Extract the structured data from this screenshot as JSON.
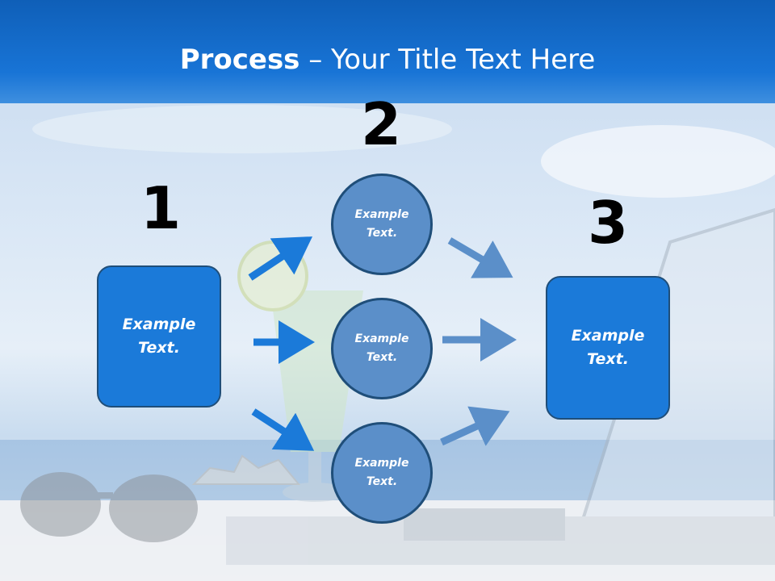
{
  "title": {
    "bold": "Process",
    "rest": " – Your Title Text Here"
  },
  "steps": [
    {
      "number": "1",
      "text": "Example Text."
    },
    {
      "number": "2",
      "items": [
        "Example Text.",
        "Example Text.",
        "Example Text."
      ]
    },
    {
      "number": "3",
      "text": "Example Text."
    }
  ],
  "colors": {
    "title_bar": "#1874d6",
    "box_fill": "#1b7ad9",
    "circle_fill": "#5b8fc9",
    "arrow_dark": "#1b7ad9",
    "arrow_light": "#5b8fc9",
    "outline": "#1f4e79"
  },
  "background": {
    "description_icons": [
      "cocktail-glass-icon",
      "laptop-icon",
      "sunglasses-icon",
      "seashell-icon"
    ]
  }
}
